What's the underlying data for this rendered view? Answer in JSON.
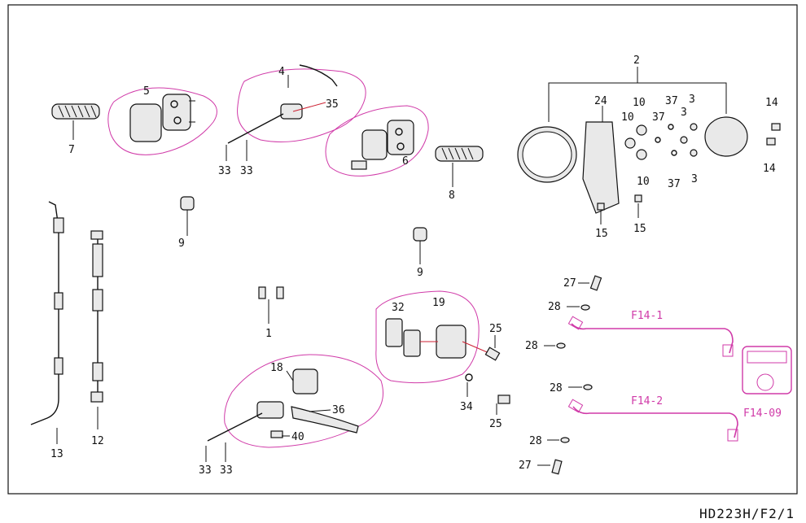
{
  "drawing_number": "HD223H/F2/1",
  "labels": {
    "p1": "1",
    "p2": "2",
    "p3a": "3",
    "p3b": "3",
    "p3c": "3",
    "p4": "4",
    "p5": "5",
    "p6": "6",
    "p7": "7",
    "p8": "8",
    "p9a": "9",
    "p9b": "9",
    "p10a": "10",
    "p10b": "10",
    "p10c": "10",
    "p12": "12",
    "p13": "13",
    "p14a": "14",
    "p14b": "14",
    "p15a": "15",
    "p15b": "15",
    "p18": "18",
    "p19": "19",
    "p24": "24",
    "p25a": "25",
    "p25b": "25",
    "p27a": "27",
    "p27b": "27",
    "p28a": "28",
    "p28b": "28",
    "p28c": "28",
    "p28d": "28",
    "p32": "32",
    "p33a": "33",
    "p33b": "33",
    "p33c": "33",
    "p33d": "33",
    "p34": "34",
    "p35": "35",
    "p36": "36",
    "p37a": "37",
    "p37b": "37",
    "p37c": "37",
    "p40": "40"
  },
  "ref_labels": {
    "f14_1": "F14-1",
    "f14_2": "F14-2",
    "f14_09": "F14-09"
  },
  "colors": {
    "line": "#111111",
    "highlight": "#d03aa8",
    "callout": "#cc2233"
  }
}
